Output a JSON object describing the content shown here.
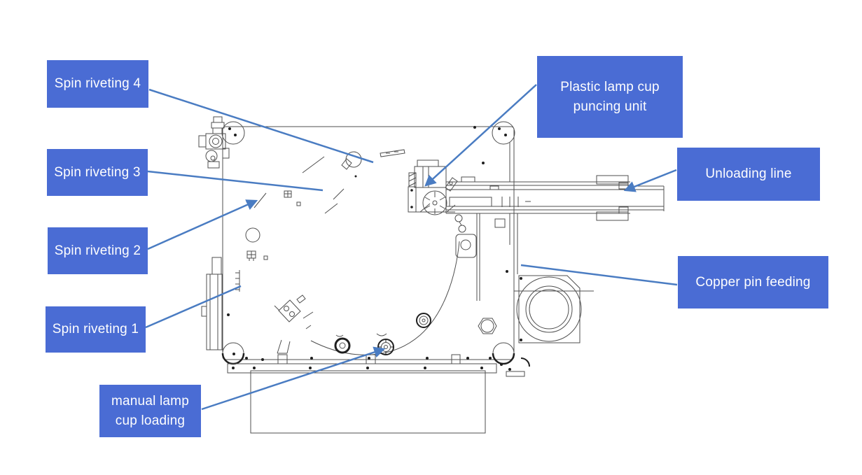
{
  "diagram": {
    "kind": "annotated machine layout drawing",
    "background": "#ffffff",
    "colors": {
      "label_bg": "#4a6cd4",
      "label_text": "#fefefe",
      "leader": "#4a7cc2",
      "line_art": "#4f4f4f",
      "dark_detail": "#1f1f1f"
    },
    "labels": [
      {
        "id": "spin-riveting-4",
        "lines": [
          "Spin riveting 4"
        ]
      },
      {
        "id": "spin-riveting-3",
        "lines": [
          "Spin riveting 3"
        ]
      },
      {
        "id": "spin-riveting-2",
        "lines": [
          "Spin riveting 2"
        ]
      },
      {
        "id": "spin-riveting-1",
        "lines": [
          "Spin riveting 1"
        ]
      },
      {
        "id": "manual-lamp-cup-loading",
        "lines": [
          "manual lamp",
          "cup loading"
        ]
      },
      {
        "id": "plastic-lamp-cup-puncing-unit",
        "lines": [
          "Plastic lamp cup",
          "puncing unit"
        ]
      },
      {
        "id": "unloading-line",
        "lines": [
          "Unloading line"
        ]
      },
      {
        "id": "copper-pin-feeding",
        "lines": [
          "Copper pin feeding"
        ]
      }
    ]
  }
}
